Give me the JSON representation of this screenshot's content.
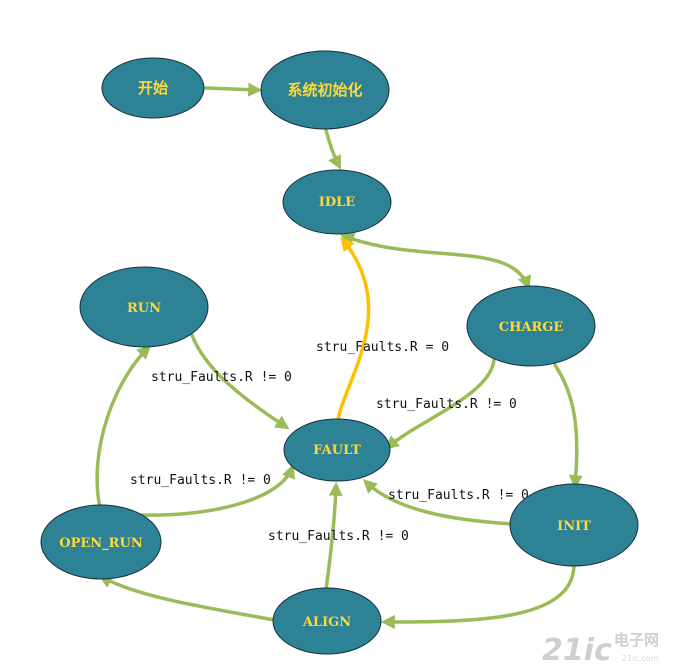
{
  "colors": {
    "node_fill": "#2e8296",
    "node_stroke": "#16303c",
    "node_text": "#ffd83a",
    "edge_green": "#9bbb59",
    "edge_orange": "#ffc000"
  },
  "states": {
    "start": "开始",
    "sysinit": "系统初始化",
    "idle": "IDLE",
    "run": "RUN",
    "charge": "CHARGE",
    "fault": "FAULT",
    "init": "INIT",
    "open_run": "OPEN_RUN",
    "align": "ALIGN"
  },
  "edge_labels": {
    "fault_to_idle": "stru_Faults.R = 0",
    "run_to_fault": "stru_Faults.R != 0",
    "charge_to_fault": "stru_Faults.R != 0",
    "openrun_to_fault": "stru_Faults.R != 0",
    "init_to_fault": "stru_Faults.R != 0",
    "align_to_fault": "stru_Faults.R != 0"
  },
  "watermark": {
    "logo": "21ic",
    "brand": "电子网",
    "domain": "21ic.com"
  }
}
